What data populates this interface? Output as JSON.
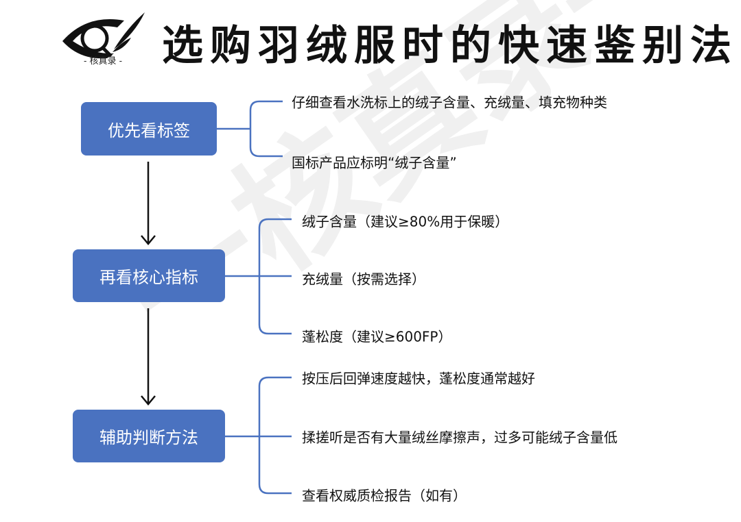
{
  "header": {
    "title": "选购羽绒服时的快速鉴别法",
    "logo_text": "- 核真录 -",
    "watermark": "一核真录一"
  },
  "colors": {
    "box": "#4a72c0",
    "bracket": "#4a72c0"
  },
  "steps": [
    {
      "label": "优先看标签",
      "items": [
        "仔细查看水洗标上的绒子含量、充绒量、填充物种类",
        "国标产品应标明“绒子含量”"
      ]
    },
    {
      "label": "再看核心指标",
      "items": [
        "绒子含量（建议≥80%用于保暖）",
        "充绒量（按需选择）",
        "蓬松度（建议≥600FP）"
      ]
    },
    {
      "label": "辅助判断方法",
      "items": [
        "按压后回弹速度越快，蓬松度通常越好",
        "揉搓听是否有大量绒丝摩擦声，过多可能绒子含量低",
        "查看权威质检报告（如有）"
      ]
    }
  ]
}
